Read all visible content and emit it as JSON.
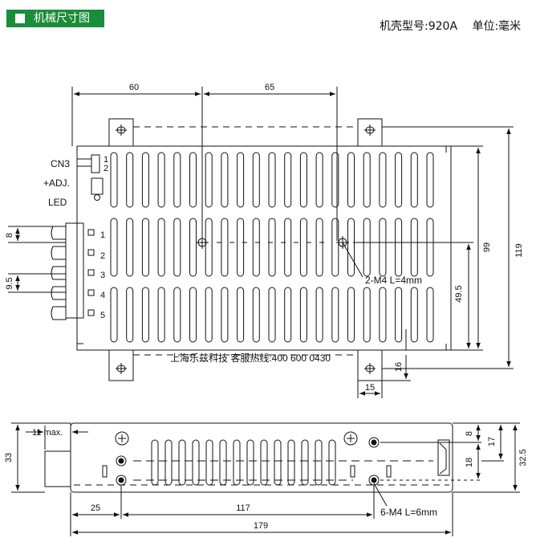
{
  "header": {
    "section_title": "机械尺寸图",
    "case_model": "机壳型号:920A",
    "unit": "单位:毫米"
  },
  "top_view": {
    "dim_60": "60",
    "dim_65": "65",
    "dim_119": "119",
    "dim_99": "99",
    "dim_49_5": "49.5",
    "dim_16": "16",
    "dim_15": "15",
    "dim_8": "8",
    "dim_9_5": "9.5",
    "label_cn3": "CN3",
    "label_cn3_pin1": "1",
    "label_cn3_pin2": "2",
    "label_adj": "+ADJ.",
    "label_led": "LED",
    "terminals": [
      "1",
      "2",
      "3",
      "4",
      "5"
    ],
    "screw_note": "2-M4 L=4mm",
    "company_hotline": "上海乐兹科技 客服热线:400 600 0430"
  },
  "side_view": {
    "dim_11max": "11 max.",
    "dim_33": "33",
    "dim_8": "8",
    "dim_17": "17",
    "dim_18": "18",
    "dim_32_5": "32.5",
    "dim_25": "25",
    "dim_117": "117",
    "dim_179": "179",
    "screw_note": "6-M4 L=6mm"
  }
}
